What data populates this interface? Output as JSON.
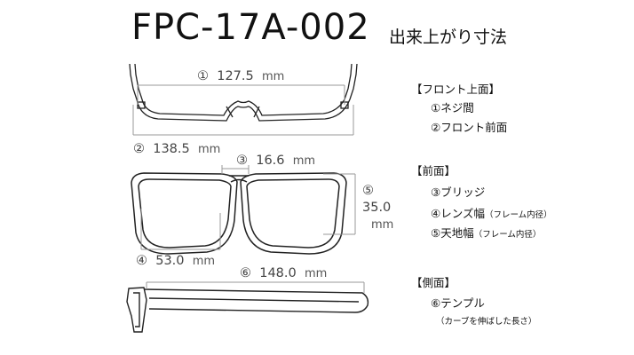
{
  "header": {
    "model": "FPC-17A-002",
    "subtitle": "出来上がり寸法"
  },
  "dimensions": {
    "screw_pitch": {
      "marker": "①",
      "value": "127.5",
      "unit": "mm"
    },
    "front_width": {
      "marker": "②",
      "value": "138.5",
      "unit": "mm"
    },
    "bridge": {
      "marker": "③",
      "value": "16.6",
      "unit": "mm"
    },
    "lens_height": {
      "marker": "⑤",
      "value": "35.0",
      "unit": "mm"
    },
    "lens_width": {
      "marker": "④",
      "value": "53.0",
      "unit": "mm"
    },
    "temple": {
      "marker": "⑥",
      "value": "148.0",
      "unit": "mm"
    }
  },
  "legend": {
    "front_top": {
      "heading": "【フロント上面】",
      "items": [
        "①ネジ間",
        "②フロント前面"
      ]
    },
    "front": {
      "heading": "【前面】",
      "items": [
        "③ブリッジ",
        "④レンズ幅",
        "⑤天地幅"
      ],
      "notes": [
        "（フレーム内径）",
        "（フレーム内径）"
      ]
    },
    "side": {
      "heading": "【側面】",
      "items": [
        "⑥テンプル"
      ],
      "note": "（カーブを伸ばした長さ）"
    }
  }
}
